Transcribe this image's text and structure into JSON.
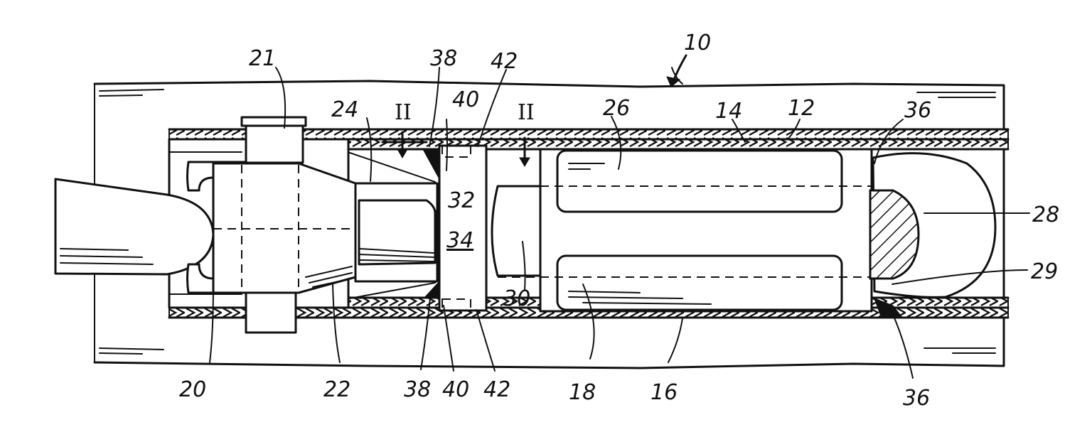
{
  "figure": {
    "labels": {
      "assembly": "10",
      "outer_wall": "12",
      "inner_wall": "14",
      "lower_wall": "16",
      "rotor": "18",
      "joint": "20",
      "pin": "21",
      "yoke": "22",
      "shaft": "24",
      "upper_body": "26",
      "end_cap": "28",
      "cap_edge": "29",
      "core": "30",
      "groove": "32",
      "bearing": "34",
      "seal_top": "36",
      "seal_bottom": "36",
      "ring_top": "38",
      "ring_bottom": "38",
      "washer_top": "40",
      "washer_bottom": "40",
      "clip_top": "42",
      "clip_bottom": "42",
      "section_left": "II",
      "section_right": "II"
    }
  }
}
